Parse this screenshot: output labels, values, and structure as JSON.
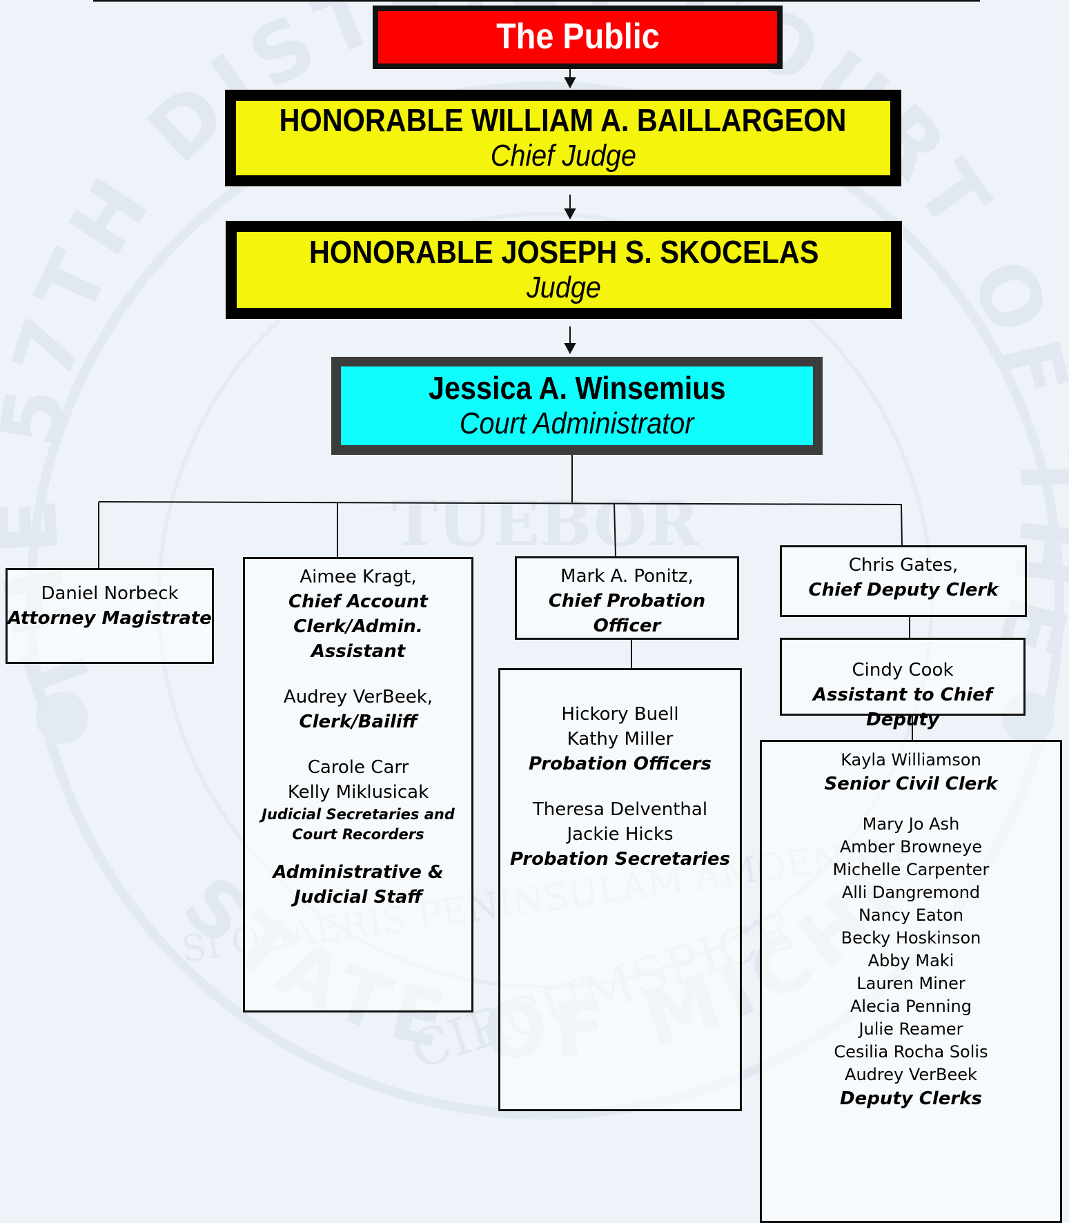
{
  "public": {
    "label": "The Public"
  },
  "chief_judge": {
    "name": "HONORABLE WILLIAM A. BAILLARGEON",
    "title": "Chief Judge"
  },
  "judge": {
    "name": "HONORABLE JOSEPH S. SKOCELAS",
    "title": "Judge"
  },
  "court_admin": {
    "name": "Jessica A. Winsemius",
    "title": "Court Administrator"
  },
  "magistrate": {
    "name": "Daniel Norbeck",
    "title": "Attorney Magistrate"
  },
  "admin_staff": {
    "chief_account_name": "Aimee Kragt,",
    "chief_account_title_1": "Chief Account",
    "chief_account_title_2": "Clerk/Admin. Assistant",
    "bailiff_name": "Audrey VerBeek,",
    "bailiff_title": "Clerk/Bailiff",
    "secretaries": [
      "Carole Carr",
      "Kelly Miklusicak"
    ],
    "secretaries_title_1": "Judicial Secretaries and",
    "secretaries_title_2": "Court Recorders",
    "group_title_1": "Administrative &",
    "group_title_2": "Judicial Staff"
  },
  "probation_head": {
    "name": "Mark A. Ponitz,",
    "title": "Chief Probation Officer"
  },
  "probation_staff": {
    "officers": [
      "Hickory Buell",
      "Kathy Miller"
    ],
    "officers_title": "Probation Officers",
    "secretaries": [
      "Theresa Delventhal",
      "Jackie Hicks"
    ],
    "secretaries_title": "Probation Secretaries"
  },
  "deputy_head": {
    "name": "Chris Gates,",
    "title": "Chief Deputy Clerk"
  },
  "assistant_deputy": {
    "name": "Cindy Cook",
    "title": "Assistant to Chief Deputy"
  },
  "clerks": {
    "senior_name": "Kayla Williamson",
    "senior_title": "Senior Civil Clerk",
    "deputy_clerks": [
      "Mary Jo Ash",
      "Amber Browneye",
      "Michelle Carpenter",
      "Alli Dangremond",
      "Nancy Eaton",
      "Becky Hoskinson",
      "Abby Maki",
      "Lauren Miner",
      "Alecia Penning",
      "Julie Reamer",
      "Cesilia Rocha Solis",
      "Audrey VerBeek"
    ],
    "deputy_title": "Deputy Clerks"
  },
  "watermark": {
    "arc_top": "THE 57TH DISTRICT COURT OF THE",
    "arc_bottom": "STATE OF MICHIGAN",
    "motto_1": "TUEBOR",
    "motto_2": "SI QUAERIS PENINSULAM AMOENAM",
    "motto_3": "CIRCUMSPICE"
  }
}
